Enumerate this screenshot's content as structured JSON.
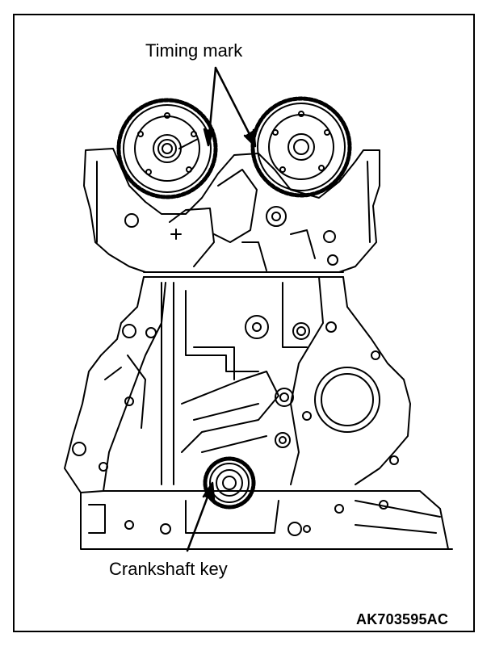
{
  "labels": {
    "timing_mark": "Timing mark",
    "crankshaft_key": "Crankshaft key",
    "figure_id": "AK703595AC"
  },
  "colors": {
    "line": "#000000",
    "background": "#ffffff"
  }
}
